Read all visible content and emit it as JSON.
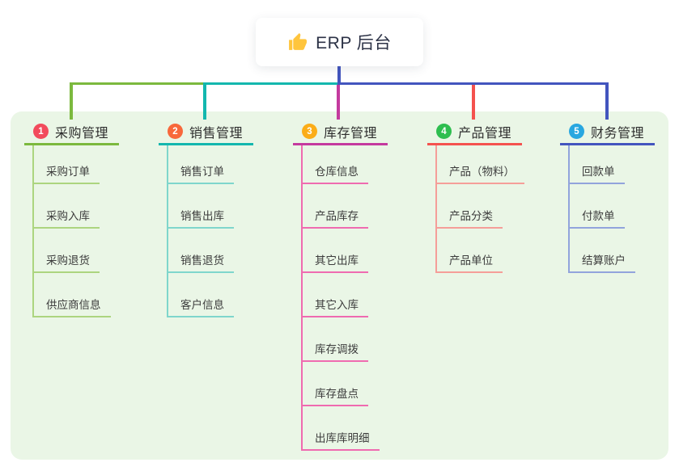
{
  "root": {
    "title": "ERP 后台",
    "icon": "thumbs-up-icon",
    "icon_color": "#FFC53D"
  },
  "colors": {
    "background": "#FFFFFF",
    "panel_background": "#EAF6E6",
    "root_line": "#4355BE"
  },
  "branches": [
    {
      "number": "1",
      "label": "采购管理",
      "line_color": "#7CB93E",
      "child_line_color": "#ACD57F",
      "badge_color": "#F24B5C",
      "children": [
        "采购订单",
        "采购入库",
        "采购退货",
        "供应商信息"
      ]
    },
    {
      "number": "2",
      "label": "销售管理",
      "line_color": "#13B7AE",
      "child_line_color": "#7FD6CC",
      "badge_color": "#F8683B",
      "children": [
        "销售订单",
        "销售出库",
        "销售退货",
        "客户信息"
      ]
    },
    {
      "number": "3",
      "label": "库存管理",
      "line_color": "#C43A9E",
      "child_line_color": "#EF6BB0",
      "badge_color": "#FBAD18",
      "children": [
        "仓库信息",
        "产品库存",
        "其它出库",
        "其它入库",
        "库存调拨",
        "库存盘点",
        "出库库明细"
      ]
    },
    {
      "number": "4",
      "label": "产品管理",
      "line_color": "#F4524E",
      "child_line_color": "#F59E99",
      "badge_color": "#2EBE4F",
      "children": [
        "产品（物料）",
        "产品分类",
        "产品单位"
      ]
    },
    {
      "number": "5",
      "label": "财务管理",
      "line_color": "#4355BE",
      "child_line_color": "#92A4DC",
      "badge_color": "#28A7E0",
      "children": [
        "回款单",
        "付款单",
        "结算账户"
      ]
    }
  ]
}
